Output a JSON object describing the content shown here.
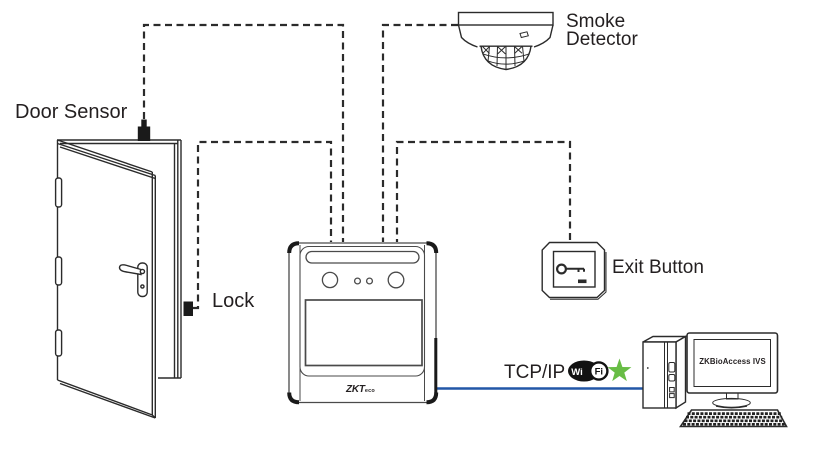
{
  "diagram": {
    "labels": {
      "door_sensor": "Door Sensor",
      "lock": "Lock",
      "smoke_line1": "Smoke",
      "smoke_line2": "Detector",
      "exit_button": "Exit Button",
      "tcp_ip": "TCP/IP",
      "pc_software": "ZKBioAccess IVS",
      "brand_zkt": "ZKT",
      "brand_eco": "eco",
      "wifi_wi": "Wi",
      "wifi_fi": "Fi"
    },
    "colors": {
      "ink": "#2b2b2b",
      "text": "#231f20",
      "tcp_line_blue": "#2257a7",
      "star_green": "#68bd45",
      "wifi_black": "#121212"
    },
    "connections": [
      {
        "from": "door-sensor",
        "to": "access-terminal",
        "style": "dashed"
      },
      {
        "from": "lock",
        "to": "access-terminal",
        "style": "dashed"
      },
      {
        "from": "smoke-detector",
        "to": "access-terminal",
        "style": "dashed"
      },
      {
        "from": "exit-button",
        "to": "access-terminal",
        "style": "dashed"
      },
      {
        "from": "access-terminal",
        "to": "pc",
        "style": "solid",
        "label": "TCP/IP",
        "via": "Wi-Fi"
      }
    ]
  }
}
